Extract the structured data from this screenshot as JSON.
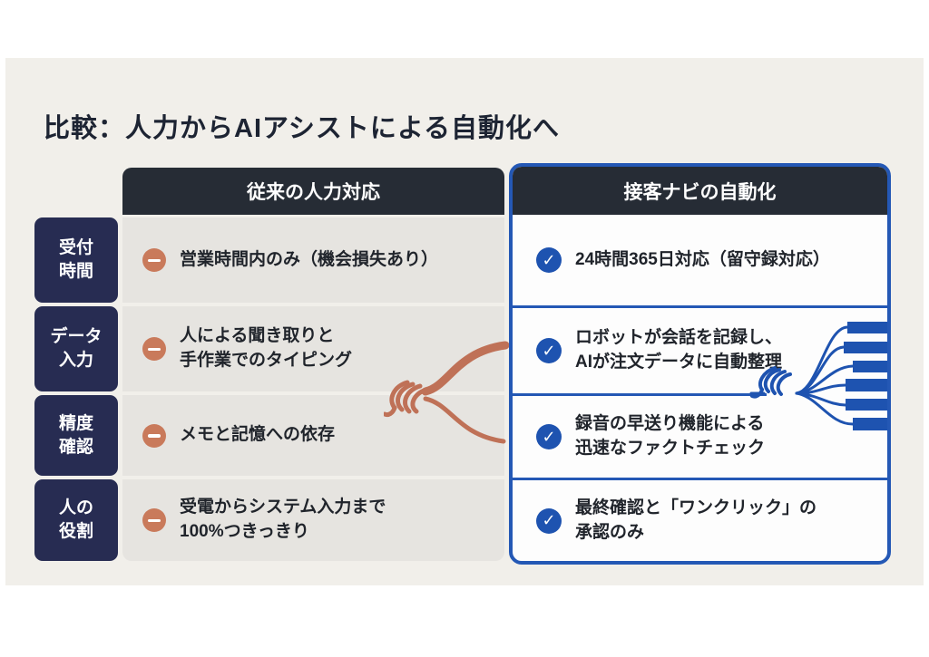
{
  "comparison": {
    "title": "比較：人力からAIアシストによる自動化へ",
    "columns": {
      "human_header": "従来の人力対応",
      "auto_header": "接客ナビの自動化"
    },
    "rows": [
      {
        "label": "受付\n時間",
        "human": "営業時間内のみ（機会損失あり）",
        "auto": "24時間365日対応（留守録対応）"
      },
      {
        "label": "データ\n入力",
        "human": "人による聞き取りと\n手作業でのタイピング",
        "auto": "ロボットが会話を記録し、\nAIが注文データに自動整理"
      },
      {
        "label": "精度\n確認",
        "human": "メモと記憶への依存",
        "auto": "録音の早送り機能による\n迅速なファクトチェック"
      },
      {
        "label": "人の\n役割",
        "human": "受電からシステム入力まで\n100%つきっきり",
        "auto": "最終確認と「ワンクリック」の\n承認のみ"
      }
    ],
    "icons": {
      "negative": "minus-icon",
      "positive": "check-icon",
      "check_glyph": "✓"
    },
    "colors": {
      "slide_background": "#f1efea",
      "header_charcoal": "#262c35",
      "label_navy": "#272c52",
      "accent_blue": "#1e53b0",
      "panel_border_blue": "#2458b5",
      "negative_terracotta": "#c97a5b",
      "doodle_terracotta": "#bf7157",
      "text_dark": "#20242b"
    }
  }
}
